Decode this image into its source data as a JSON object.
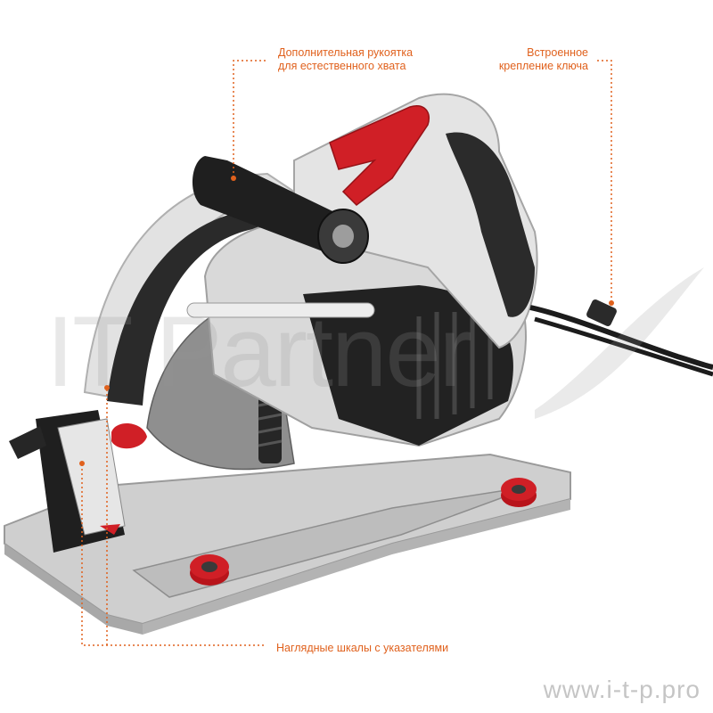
{
  "callouts": {
    "handle": {
      "line1": "Дополнительная рукоятка",
      "line2": "для естественного хвата"
    },
    "key": {
      "line1": "Встроенное",
      "line2": "крепление ключа"
    },
    "scales": {
      "line1": "Наглядные шкалы с указателями"
    }
  },
  "watermark": {
    "center": "IT Partner",
    "url": "www.i-t-p.pro"
  },
  "colors": {
    "accent_orange": "#e0611d",
    "tool_red": "#d01f26",
    "body_grey": "#d9d9d9",
    "dark_grey": "#2b2b2b"
  }
}
